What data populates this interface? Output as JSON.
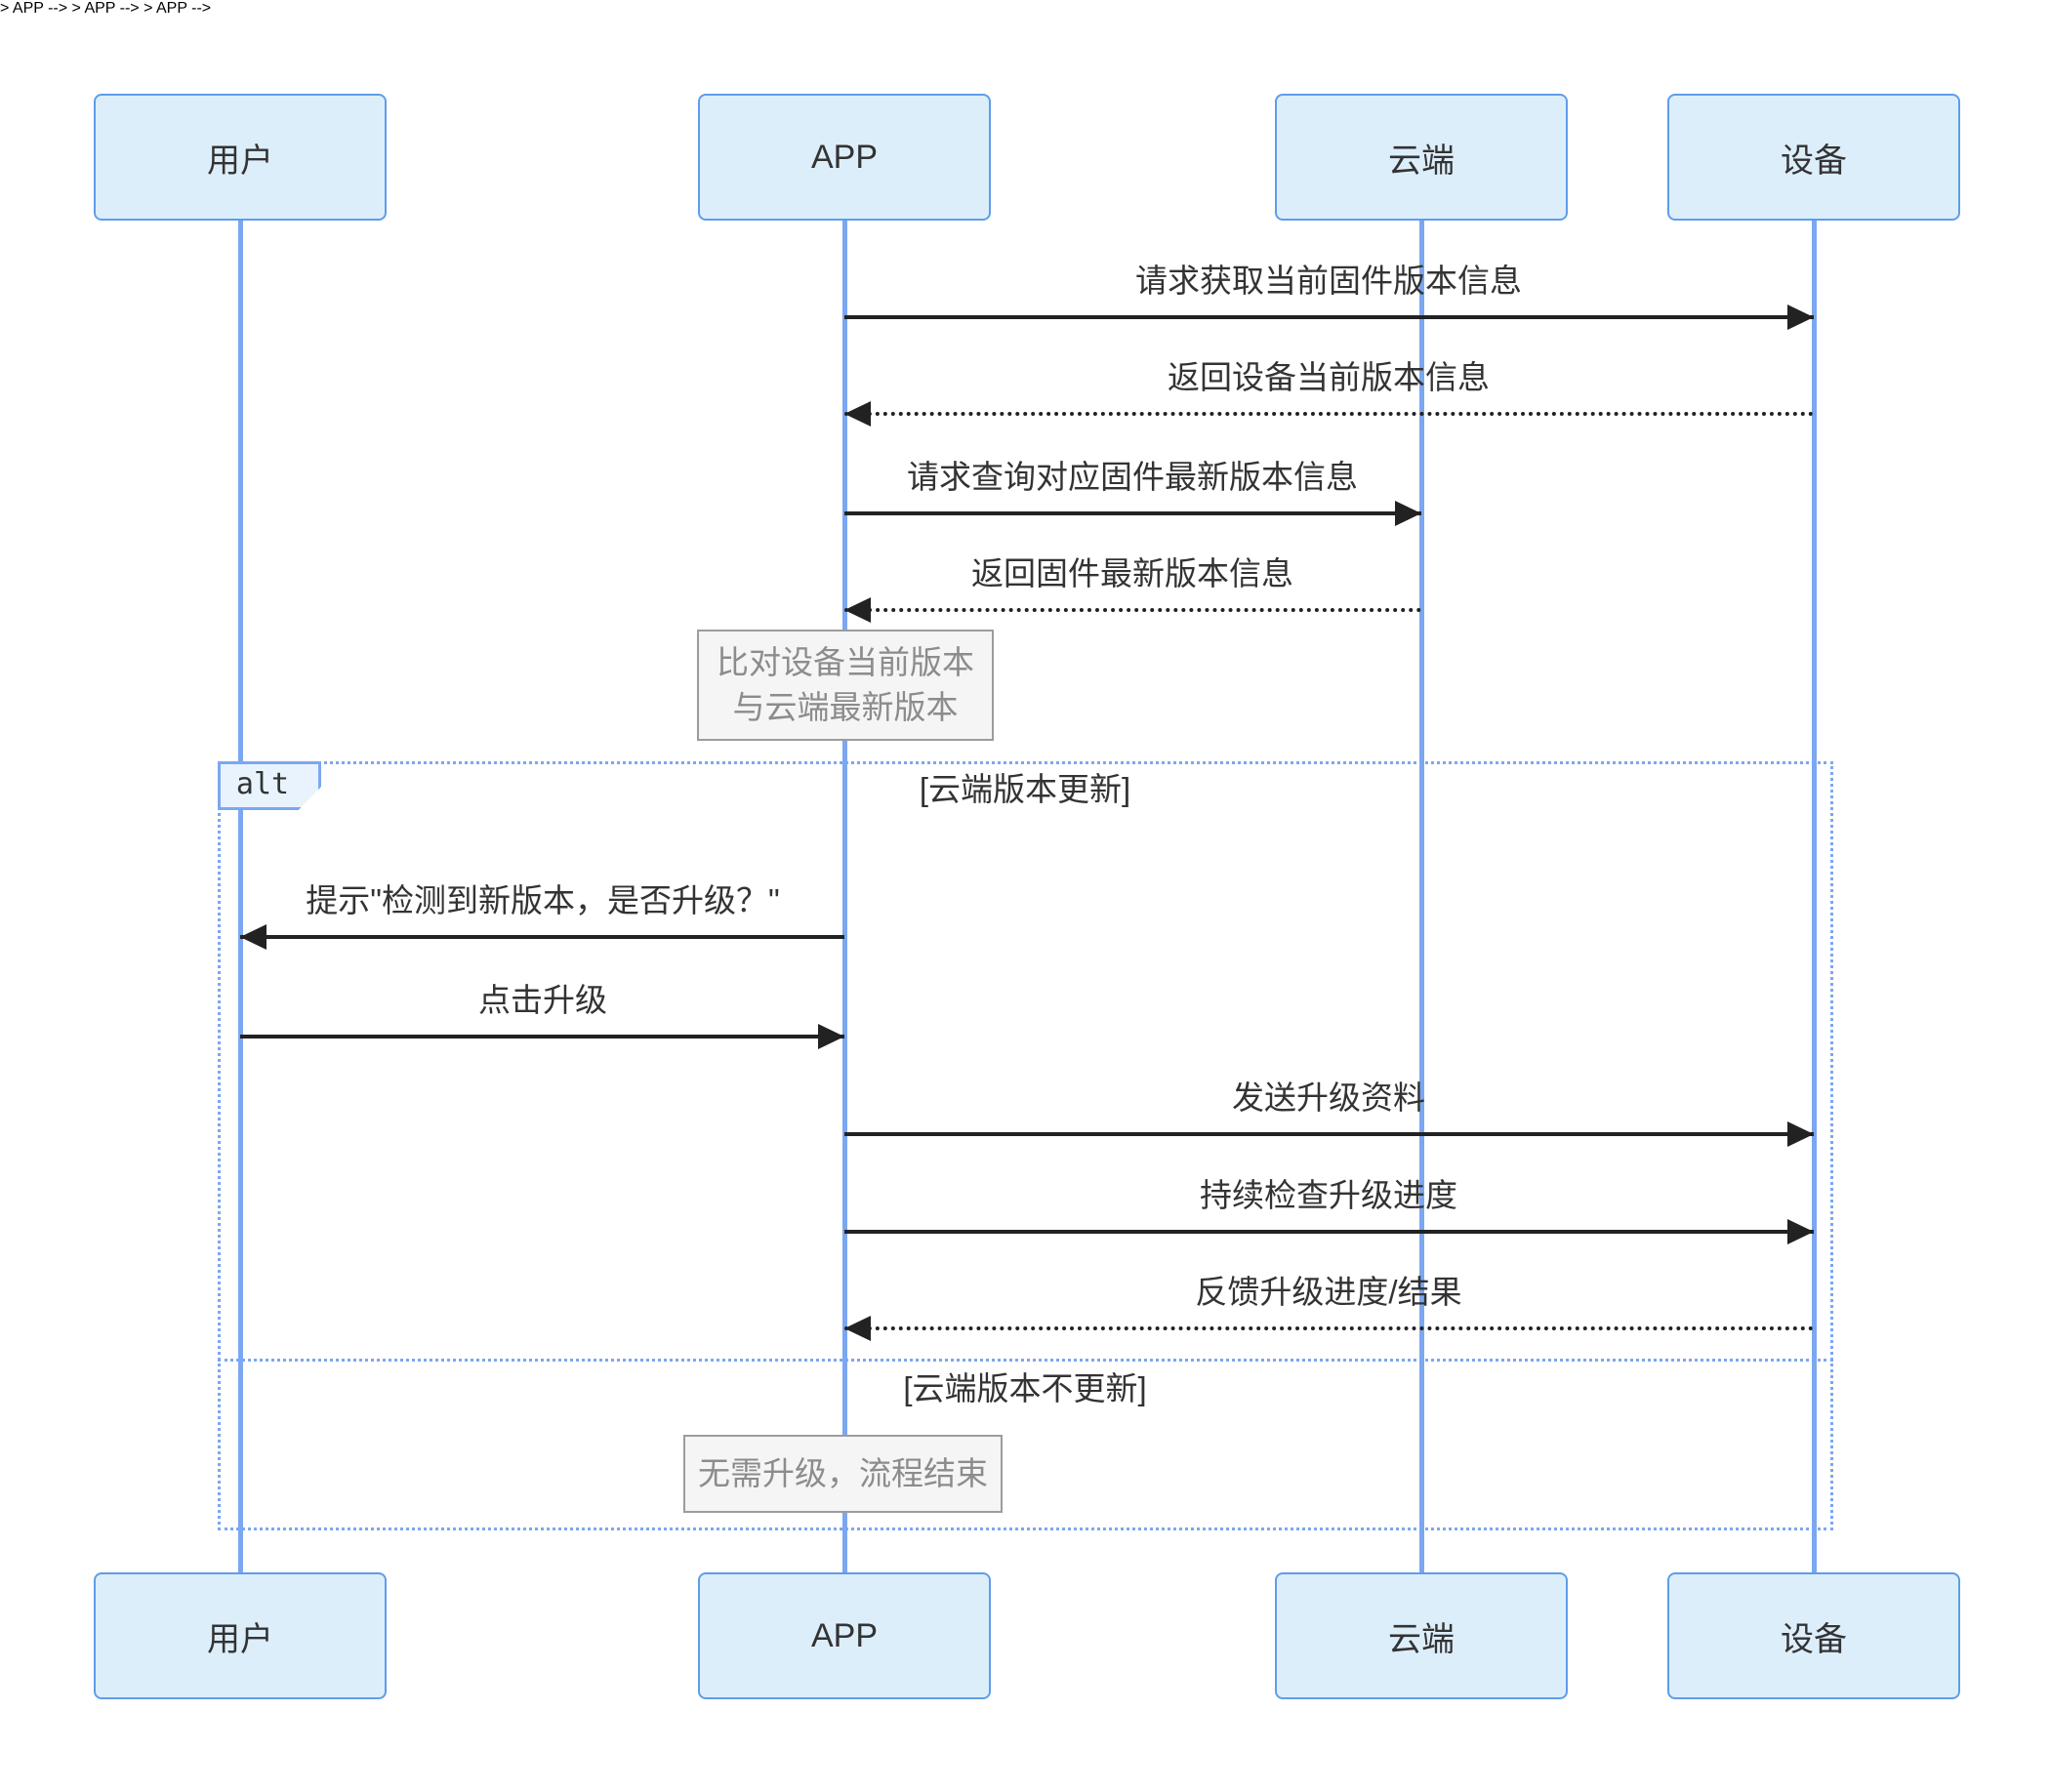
{
  "diagram": {
    "type": "sequence-diagram",
    "participants": [
      {
        "id": "user",
        "name": "用户"
      },
      {
        "id": "app",
        "name": "APP"
      },
      {
        "id": "cloud",
        "name": "云端"
      },
      {
        "id": "device",
        "name": "设备"
      }
    ],
    "messages": [
      {
        "label": "请求获取当前固件版本信息",
        "from": "APP",
        "to": "设备",
        "style": "solid"
      },
      {
        "label": "返回设备当前版本信息",
        "from": "设备",
        "to": "APP",
        "style": "dashed"
      },
      {
        "label": "请求查询对应固件最新版本信息",
        "from": "APP",
        "to": "云端",
        "style": "solid"
      },
      {
        "label": "返回固件最新版本信息",
        "from": "云端",
        "to": "APP",
        "style": "dashed"
      },
      {
        "label": "提示\"检测到新版本，是否升级？\"",
        "from": "APP",
        "to": "用户",
        "style": "solid"
      },
      {
        "label": "点击升级",
        "from": "用户",
        "to": "APP",
        "style": "solid"
      },
      {
        "label": "发送升级资料",
        "from": "APP",
        "to": "设备",
        "style": "solid"
      },
      {
        "label": "持续检查升级进度",
        "from": "APP",
        "to": "设备",
        "style": "solid"
      },
      {
        "label": "反馈升级进度/结果",
        "from": "设备",
        "to": "APP",
        "style": "dashed"
      }
    ],
    "notes": [
      {
        "over": "APP",
        "line1": "比对设备当前版本",
        "line2": "与云端最新版本"
      },
      {
        "over": "APP",
        "line1": "无需升级，流程结束"
      }
    ],
    "alt": {
      "tab_label": "alt",
      "branch_updated": "[云端版本更新]",
      "branch_not_updated": "[云端版本不更新]"
    }
  },
  "theme": {
    "accent_blue": "#7ba7f1",
    "participant_fill": "#ddeefb",
    "participant_border": "#5f9de9",
    "note_fill": "#f5f5f5",
    "note_border": "#9c9c9c",
    "note_text": "#8c8c8c",
    "message_text": "#333333",
    "arrow_color": "#222222"
  }
}
